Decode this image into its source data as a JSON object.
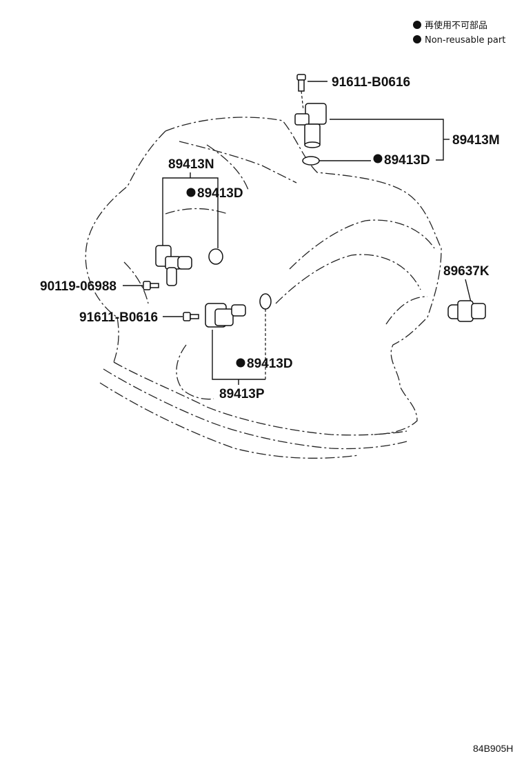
{
  "legend": {
    "line1": "再使用不可部品",
    "line2": "Non-reusable part"
  },
  "labels": {
    "bolt_top": "91611-B0616",
    "sensor_m": "89413M",
    "gasket_m": "89413D",
    "sensor_n": "89413N",
    "gasket_n": "89413D",
    "bolt_left_top": "90119-06988",
    "bolt_left_bottom": "91611-B0616",
    "gasket_p": "89413D",
    "sensor_p": "89413P",
    "sensor_k": "89637K"
  },
  "diagram_code": "84B905H",
  "colors": {
    "ink": "#111111",
    "background": "#ffffff"
  }
}
